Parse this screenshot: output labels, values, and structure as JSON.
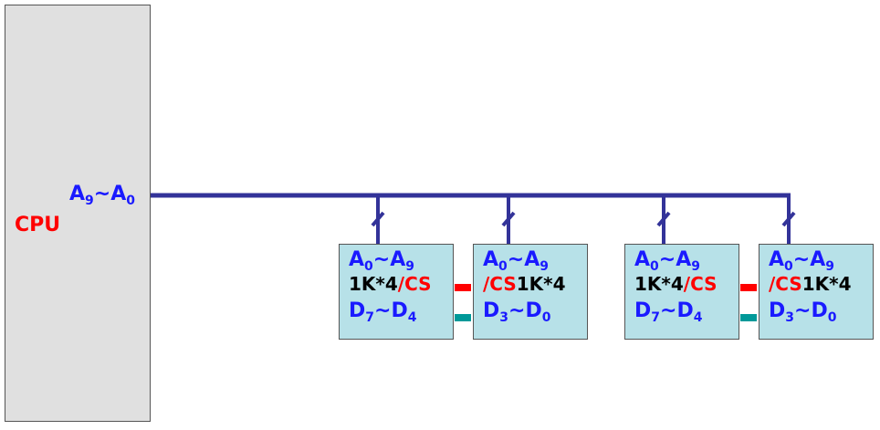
{
  "cpu": {
    "label": "CPU"
  },
  "bus": {
    "main": "A",
    "hi_sub": "9",
    "sep": "~",
    "lo_sub": "0"
  },
  "chips": [
    {
      "addr_a": "A",
      "addr_a_sub": "0",
      "addr_sep": "~",
      "addr_b": "A",
      "addr_b_sub": "9",
      "line2_first": "1K*4",
      "line2_second": "/CS",
      "data_a": "D",
      "data_a_sub": "7",
      "data_sep": "~",
      "data_b": "D",
      "data_b_sub": "4"
    },
    {
      "addr_a": "A",
      "addr_a_sub": "0",
      "addr_sep": "~",
      "addr_b": "A",
      "addr_b_sub": "9",
      "line2_first": "/CS",
      "line2_second": "1K*4",
      "data_a": "D",
      "data_a_sub": "3",
      "data_sep": "~",
      "data_b": "D",
      "data_b_sub": "0"
    },
    {
      "addr_a": "A",
      "addr_a_sub": "0",
      "addr_sep": "~",
      "addr_b": "A",
      "addr_b_sub": "9",
      "line2_first": "1K*4",
      "line2_second": "/CS",
      "data_a": "D",
      "data_a_sub": "7",
      "data_sep": "~",
      "data_b": "D",
      "data_b_sub": "4"
    },
    {
      "addr_a": "A",
      "addr_a_sub": "0",
      "addr_sep": "~",
      "addr_b": "A",
      "addr_b_sub": "9",
      "line2_first": "/CS",
      "line2_second": "1K*4",
      "data_a": "D",
      "data_a_sub": "3",
      "data_sep": "~",
      "data_b": "D",
      "data_b_sub": "0"
    }
  ],
  "colors": {
    "bus": "#333399",
    "cs_link": "#ff0000",
    "data_link": "#009999",
    "chip_fill": "#b7e1e8",
    "cpu_fill": "#e0e0e0",
    "label_blue": "#1a1aff",
    "label_red": "#ff0000"
  }
}
